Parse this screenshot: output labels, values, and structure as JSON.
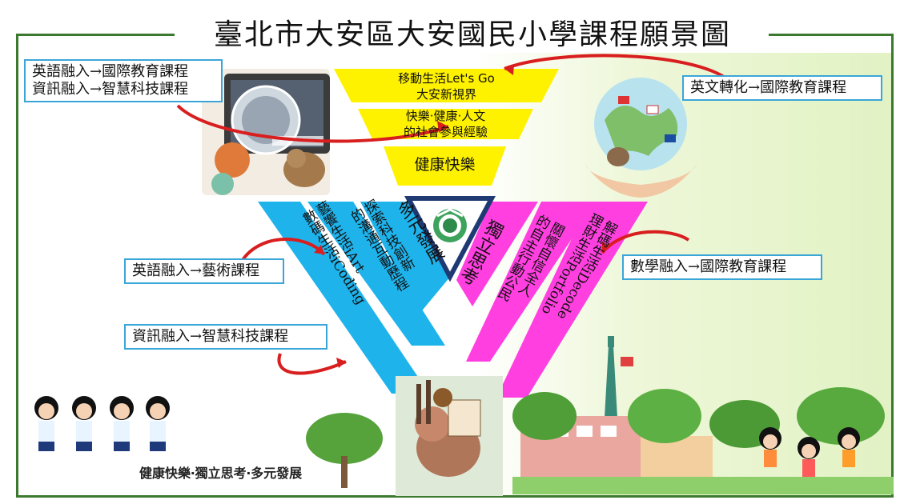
{
  "title": "臺北市大安區大安國民小學課程願景圖",
  "top_layers": [
    {
      "line1": "移動生活Let's Go",
      "line2": "大安新視界"
    },
    {
      "line1": "快樂‧健康‧人文",
      "line2": "的社會參與經驗"
    },
    {
      "line1": "健康快樂",
      "line2": ""
    }
  ],
  "blue_column": {
    "heading": "多元發展",
    "mid": [
      "探索科技創新",
      "的溝通互動歷程"
    ],
    "outer": [
      "藝饗生活iArt",
      "數碼生活iCoding"
    ]
  },
  "pink_column": {
    "heading": "獨立思考",
    "mid": [
      "關懷自信全人",
      "的自主行動公民"
    ],
    "outer": [
      "解碼生活iDecode",
      "理財生活Portfolio"
    ]
  },
  "callouts": {
    "top_left": [
      "英語融入→國際教育課程",
      "資訊融入→智慧科技課程"
    ],
    "top_right": "英文轉化→國際教育課程",
    "mid_left": "英語融入→藝術課程",
    "lower_left": "資訊融入→智慧科技課程",
    "mid_right": "數學融入→國際教育課程"
  },
  "bottom_slogan": "健康快樂‧獨立思考‧多元發展",
  "colors": {
    "frame": "#3b7a2e",
    "yellow": "#fff200",
    "blue": "#1fb3ec",
    "pink": "#ff3fe0",
    "navy": "#1f3a73",
    "callout_border": "#3aa6d8",
    "arrow": "#d81e1e"
  },
  "icons": [
    "laptop-globe-illustration",
    "hands-globe-illustration",
    "squirrel-artist-illustration",
    "school-logo-icon",
    "children-icon",
    "taipei-101-icon",
    "trees-icon",
    "school-building-icon"
  ]
}
